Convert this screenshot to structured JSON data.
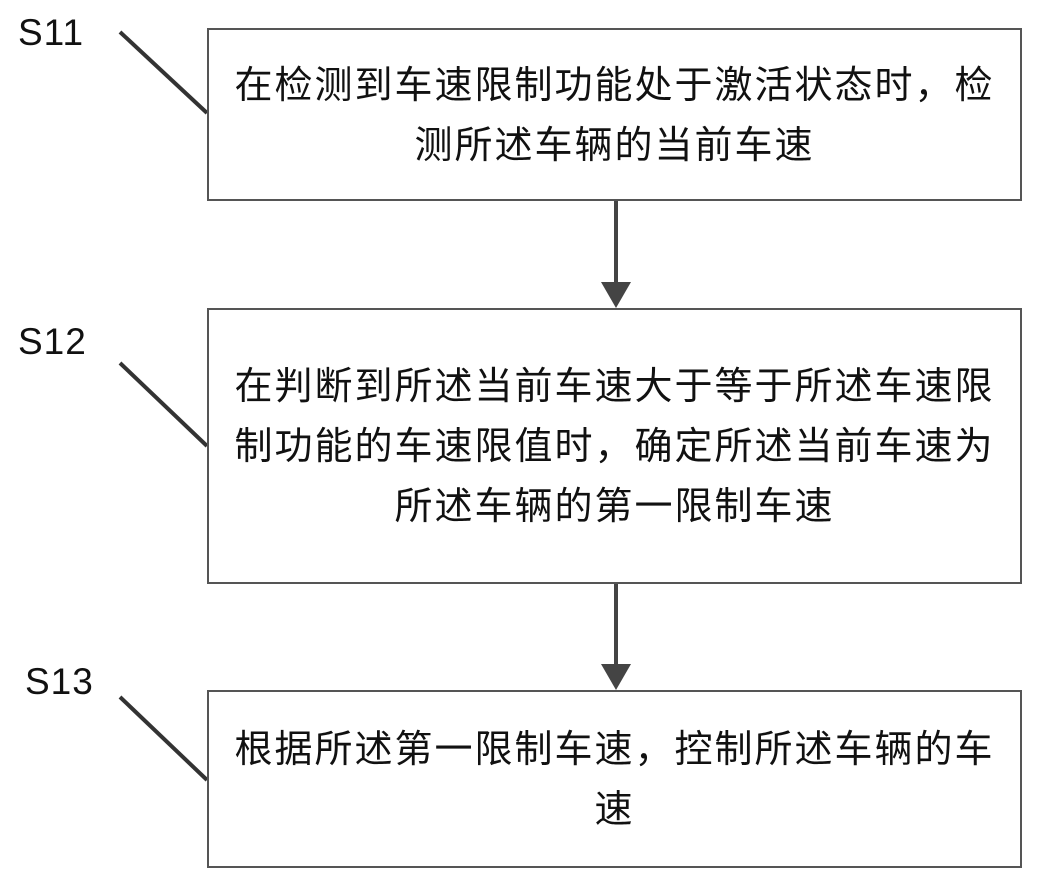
{
  "steps": [
    {
      "id": "S11",
      "text": "在检测到车速限制功能处于激活状态时，检测所述车辆的当前车速"
    },
    {
      "id": "S12",
      "text": "在判断到所述当前车速大于等于所述车速限制功能的车速限值时，确定所述当前车速为所述车辆的第一限制车速"
    },
    {
      "id": "S13",
      "text": "根据所述第一限制车速，控制所述车辆的车速"
    }
  ],
  "colors": {
    "box_border": "#555555",
    "connector": "#333333",
    "text": "#111111"
  }
}
